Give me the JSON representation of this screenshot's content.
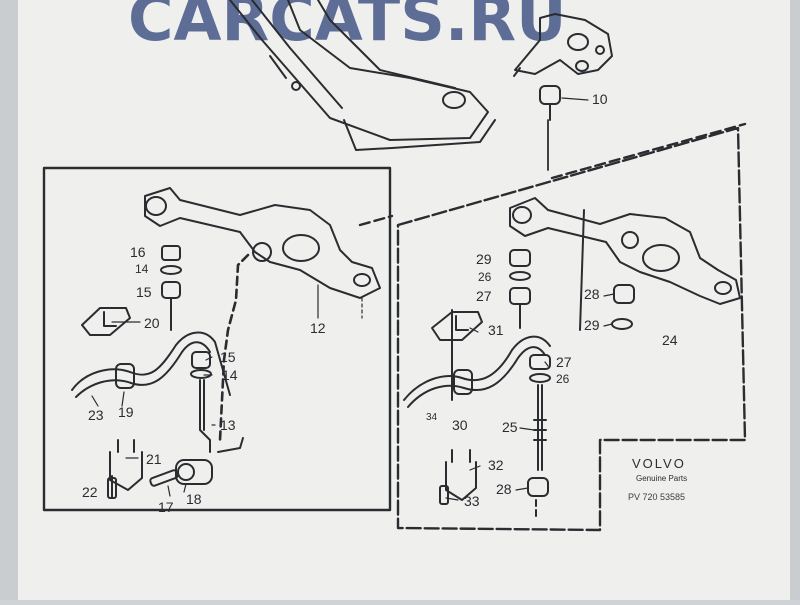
{
  "watermark": "CARCATS.RU",
  "brand": "VOLVO",
  "brand_sub": "Genuine Parts",
  "ref_code": "PV 720 53585",
  "callouts": {
    "c10": "10",
    "c12": "12",
    "c13": "13",
    "c14a": "14",
    "c14b": "14",
    "c15a": "15",
    "c15b": "15",
    "c16": "16",
    "c17": "17",
    "c18": "18",
    "c19": "19",
    "c20": "20",
    "c21": "21",
    "c22": "22",
    "c23": "23",
    "c24": "24",
    "c25": "25",
    "c26a": "26",
    "c26b": "26",
    "c27a": "27",
    "c27b": "27",
    "c28a": "28",
    "c28b": "28",
    "c29a": "29",
    "c29b": "29",
    "c30": "30",
    "c31": "31",
    "c32": "32",
    "c33": "33",
    "c34": "34"
  },
  "colors": {
    "paper": "#f4f5f3",
    "ink": "#2a2c30",
    "watermark": "#5d6d96",
    "frame": "#c7cbce"
  }
}
